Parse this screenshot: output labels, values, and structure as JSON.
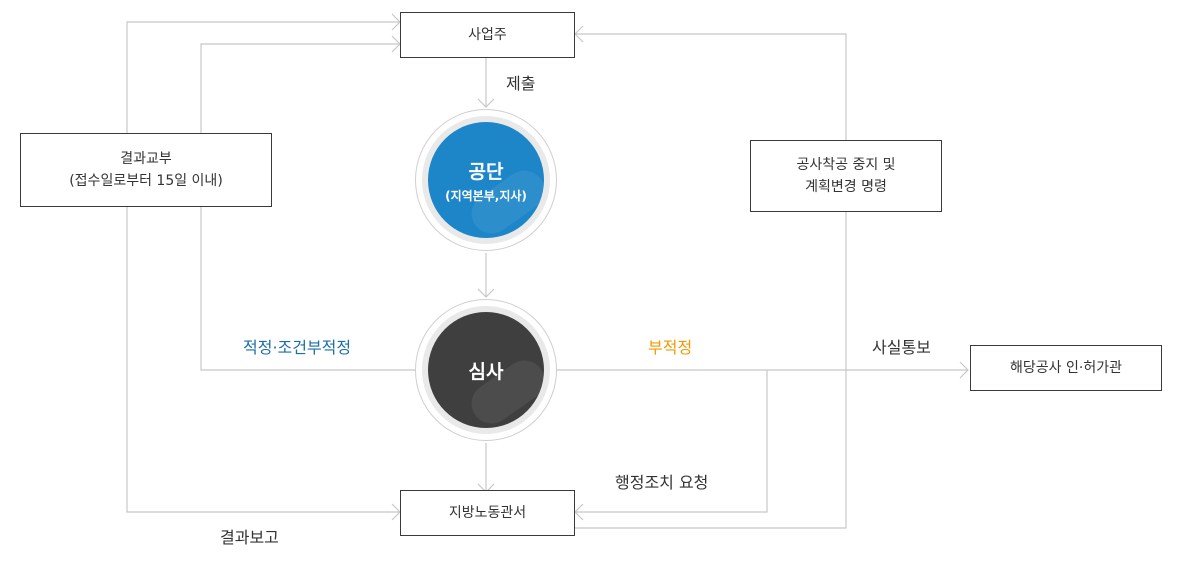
{
  "boxes": {
    "employer": "사업주",
    "result_notice": {
      "line1": "결과교부",
      "line2": "(접수일로부터 15일 이내)"
    },
    "stop_order": {
      "line1": "공사착공 중지 및",
      "line2": "계획변경 명령"
    },
    "labor_office": "지방노동관서",
    "permit_authority": "해당공사 인·허가관"
  },
  "circles": {
    "agency": {
      "title": "공단",
      "subtitle": "(지역본부,지사)",
      "color": "#1d86c8"
    },
    "review": {
      "title": "심사",
      "color": "#3f3f3f"
    }
  },
  "labels": {
    "submit": "제출",
    "suitable": "적정·조건부적정",
    "unsuitable": "부적정",
    "fact_notice": "사실통보",
    "admin_request": "행정조치 요청",
    "result_report": "결과보고"
  },
  "colors": {
    "line": "#c8c8c8",
    "blue_text": "#1a6fa8",
    "orange_text": "#f39800"
  }
}
